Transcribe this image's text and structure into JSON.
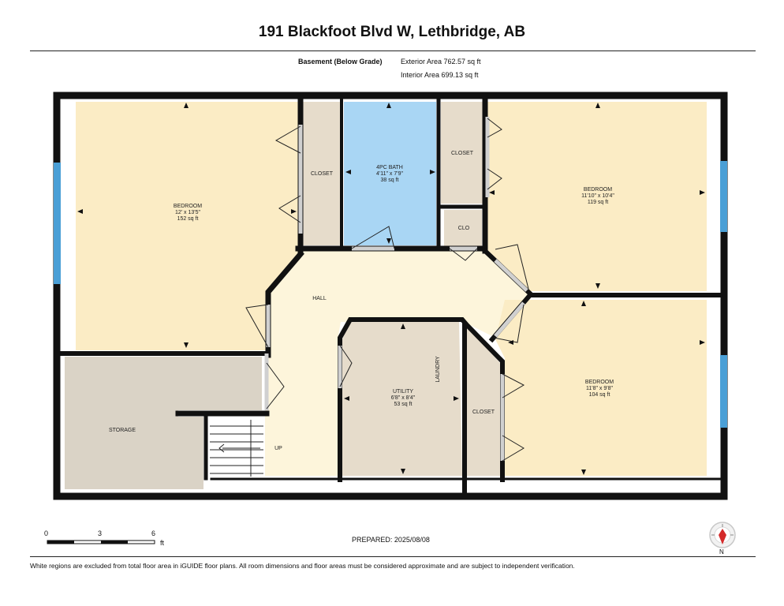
{
  "header": {
    "title": "191 Blackfoot Blvd W, Lethbridge, AB",
    "level_name": "Basement (Below Grade)",
    "exterior_area": "Exterior Area 762.57 sq ft",
    "interior_area": "Interior Area 699.13 sq ft"
  },
  "rooms": {
    "bedroom_left": {
      "name": "BEDROOM",
      "dims": "12' x 13'5\"",
      "area": "152 sq ft"
    },
    "closet_left": {
      "name": "CLOSET"
    },
    "bath": {
      "name": "4PC BATH",
      "dims": "4'11\" x 7'9\"",
      "area": "38 sq ft"
    },
    "closet_upper_right": {
      "name": "CLOSET"
    },
    "clo": {
      "name": "CLO"
    },
    "bedroom_upper_right": {
      "name": "BEDROOM",
      "dims": "11'10\" x 10'4\"",
      "area": "119 sq ft"
    },
    "hall": {
      "name": "HALL"
    },
    "utility": {
      "name": "UTILITY",
      "dims": "6'8\" x 8'4\"",
      "area": "53 sq ft"
    },
    "laundry": {
      "name": "LAUNDRY"
    },
    "closet_lower": {
      "name": "CLOSET"
    },
    "bedroom_lower_right": {
      "name": "BEDROOM",
      "dims": "11'8\" x 9'8\"",
      "area": "104 sq ft"
    },
    "storage": {
      "name": "STORAGE"
    },
    "stairs": {
      "name": "UP"
    }
  },
  "scale": {
    "ticks": [
      "0",
      "3",
      "6"
    ],
    "unit": "ft"
  },
  "compass": {
    "label": "N"
  },
  "footer": {
    "prepared": "PREPARED:  2025/08/08",
    "disclaimer": "White regions are excluded from total floor area in iGUIDE floor plans. All room dimensions and floor areas must be considered approximate and are subject to independent verification."
  },
  "colors": {
    "bedroom": "#fbecc5",
    "hall": "#fdf5db",
    "closet": "#e6dccb",
    "bath": "#a9d6f4",
    "storage": "#dad3c6",
    "wall": "#111111",
    "window": "#4a9fd6"
  }
}
